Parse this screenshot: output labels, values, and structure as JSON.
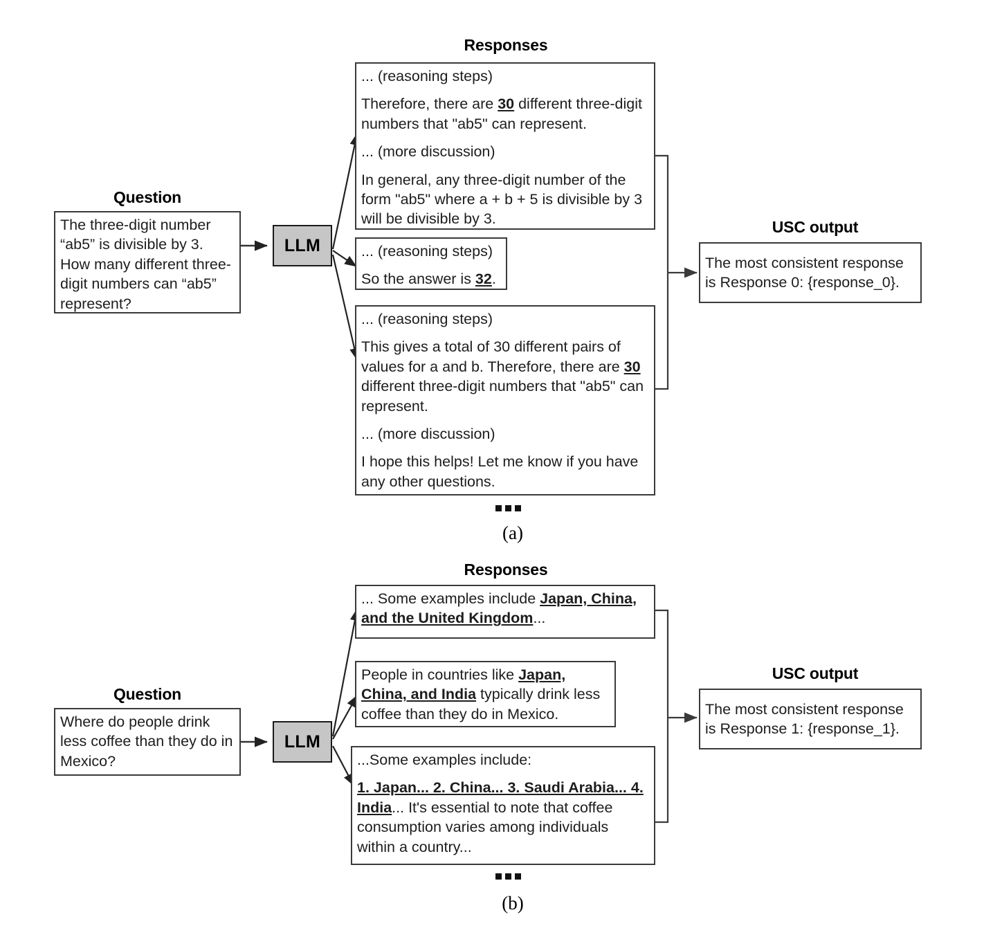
{
  "figure": {
    "panel_a_label": "(a)",
    "panel_b_label": "(b)",
    "llm_node_label": "LLM",
    "ellipsis_marker": "...",
    "colors": {
      "llm_fill": "#c6c6c6",
      "box_border": "#3a3a3a",
      "text": "#1d1d1d",
      "arrow": "#333333",
      "background": "#ffffff"
    }
  },
  "panel_a": {
    "question_heading": "Question",
    "responses_heading": "Responses",
    "usc_heading": "USC output",
    "question_text": "The three-digit number “ab5” is divisible by 3. How many different three-digit numbers can “ab5” represent?",
    "llm_label": "LLM",
    "responses": [
      {
        "id": "response-a-0",
        "lines": [
          "... (reasoning steps)",
          "Therefore, there are <b>30</b> different three-digit numbers that \"ab5\" can represent.",
          "... (more discussion)",
          "In general, any three-digit number of the form \"ab5\" where a + b + 5 is divisible by 3 will be divisible by 3."
        ]
      },
      {
        "id": "response-a-1",
        "lines": [
          "... (reasoning steps)",
          "So the answer is <b>32</b>."
        ]
      },
      {
        "id": "response-a-2",
        "lines": [
          "... (reasoning steps)",
          "This gives a total of 30 different pairs of values for a and b. Therefore, there are <b>30</b> different three-digit numbers that \"ab5\" can represent.",
          "... (more discussion)",
          "I hope this helps! Let me know if you have any other questions."
        ]
      }
    ],
    "usc_output_text": "The most consistent response is Response 0: {response_0}."
  },
  "panel_b": {
    "question_heading": "Question",
    "responses_heading": "Responses",
    "usc_heading": "USC output",
    "question_text": "Where do people drink less coffee than they do in Mexico?",
    "llm_label": "LLM",
    "responses": [
      {
        "id": "response-b-0",
        "lines": [
          "... Some examples include <b>Japan, China, and the United Kingdom</b>..."
        ]
      },
      {
        "id": "response-b-1",
        "lines": [
          "People in countries like <b>Japan, China, and India</b> typically drink less coffee than they do in Mexico."
        ]
      },
      {
        "id": "response-b-2",
        "lines": [
          "...Some examples include:",
          "<b>1. Japan... 2. China... 3. Saudi Arabia... 4. India</b>... It's essential to note that coffee consumption varies among individuals within a country..."
        ]
      }
    ],
    "usc_output_text": "The most consistent response is Response 1: {response_1}."
  }
}
